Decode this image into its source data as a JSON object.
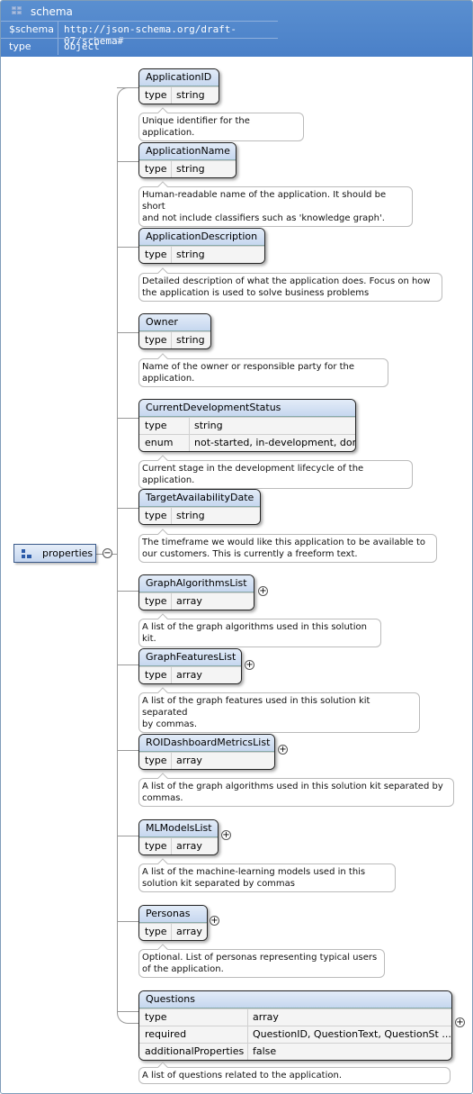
{
  "header": {
    "title": "schema",
    "rows": [
      {
        "key": "$schema",
        "value": "http://json-schema.org/draft-07/schema#"
      },
      {
        "key": "type",
        "value": "object"
      }
    ]
  },
  "properties_label": "properties",
  "collapse_symbol": "−",
  "expand_symbol": "+",
  "type_key": "type",
  "enum_key": "enum",
  "required_key": "required",
  "additional_key": "additionalProperties",
  "items": [
    {
      "name": "ApplicationID",
      "type": "string",
      "desc": "Unique identifier for the application."
    },
    {
      "name": "ApplicationName",
      "type": "string",
      "desc": "Human-readable name of the application.  It should be short\nand not include classifiers such as 'knowledge graph'."
    },
    {
      "name": "ApplicationDescription",
      "type": "string",
      "desc": "Detailed description of what the application does.  Focus on how\nthe application is used to solve business problems"
    },
    {
      "name": "Owner",
      "type": "string",
      "desc": "Name of the owner or responsible party for the\napplication."
    },
    {
      "name": "CurrentDevelopmentStatus",
      "type": "string",
      "enum": "not-started, in-development, done",
      "desc": "Current stage in the development lifecycle of the application."
    },
    {
      "name": "TargetAvailabilityDate",
      "type": "string",
      "desc": "The timeframe we would like this application to be available to\nour customers.  This is currently a freeform text."
    },
    {
      "name": "GraphAlgorithmsList",
      "type": "array",
      "desc": "A list of the graph algorithms used in this solution kit."
    },
    {
      "name": "GraphFeaturesList",
      "type": "array",
      "desc": "A list of the graph features used in this solution kit separated\nby commas."
    },
    {
      "name": "ROIDashboardMetricsList",
      "type": "array",
      "desc": "A list of the graph algorithms used in this solution kit separated by\ncommas."
    },
    {
      "name": "MLModelsList",
      "type": "array",
      "desc": "A list of the machine-learning models used in this\nsolution kit separated by commas"
    },
    {
      "name": "Personas",
      "type": "array",
      "desc": "Optional. List of personas representing typical users\nof the application."
    },
    {
      "name": "Questions",
      "type": "array",
      "required": "QuestionID, QuestionText, QuestionSt ...",
      "additionalProperties": "false",
      "desc": "A list of questions related to the application."
    }
  ]
}
